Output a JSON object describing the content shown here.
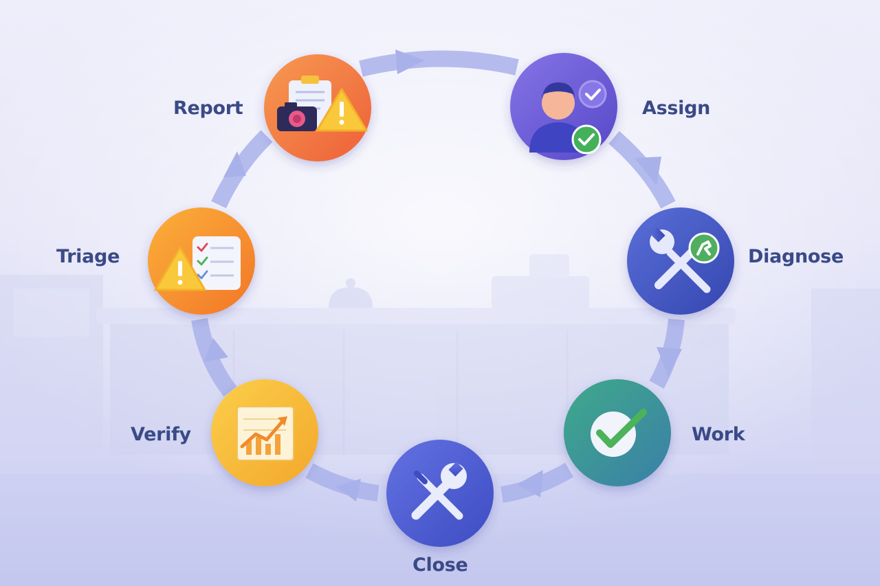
{
  "diagram": {
    "stages": [
      {
        "id": "report",
        "label": "Report",
        "icon": "report-clipboard-camera-warning-icon",
        "color": "#f2743e"
      },
      {
        "id": "assign",
        "label": "Assign",
        "icon": "technician-checkmark-icon",
        "color": "#6a5bd6"
      },
      {
        "id": "diagnose",
        "label": "Diagnose",
        "icon": "wrench-screwdriver-icon",
        "color": "#4759c4"
      },
      {
        "id": "work",
        "label": "Work",
        "icon": "checkmark-icon",
        "color": "#3a9a8f"
      },
      {
        "id": "close",
        "label": "Close",
        "icon": "wrench-screwdriver-icon",
        "color": "#5060d4"
      },
      {
        "id": "verify",
        "label": "Verify",
        "icon": "trend-chart-icon",
        "color": "#f6b93a"
      },
      {
        "id": "triage",
        "label": "Triage",
        "icon": "warning-checklist-icon",
        "color": "#f68a2c"
      }
    ],
    "arrow_color": "#a9b1ea",
    "label_color": "#3a4a86"
  }
}
